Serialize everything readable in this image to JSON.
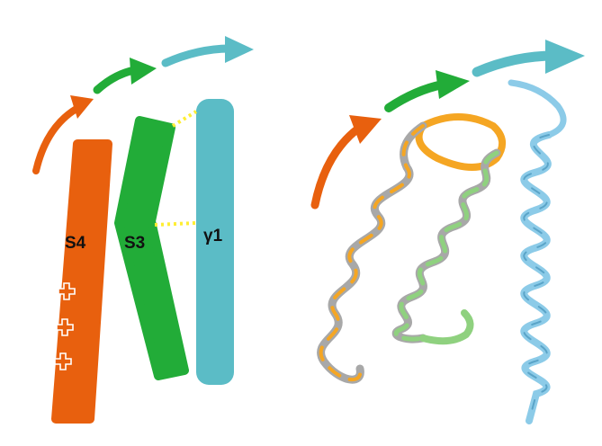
{
  "colors": {
    "orange": "#e8600e",
    "green": "#22ac38",
    "teal": "#5bbcc6",
    "gray": "#a8a8a8",
    "yellow_dots": "#ffee33",
    "ribbon_orange": "#f5a623",
    "ribbon_green": "#8fd17f",
    "ribbon_blue": "#8ccbe8"
  },
  "schematic": {
    "labels": {
      "s4": "S4",
      "s3": "S3",
      "gamma1": "γ1"
    },
    "charges": [
      "+",
      "+",
      "+"
    ]
  },
  "structure": {
    "description_icons": [
      "arrow-orange-icon",
      "arrow-green-icon",
      "arrow-teal-icon"
    ]
  }
}
